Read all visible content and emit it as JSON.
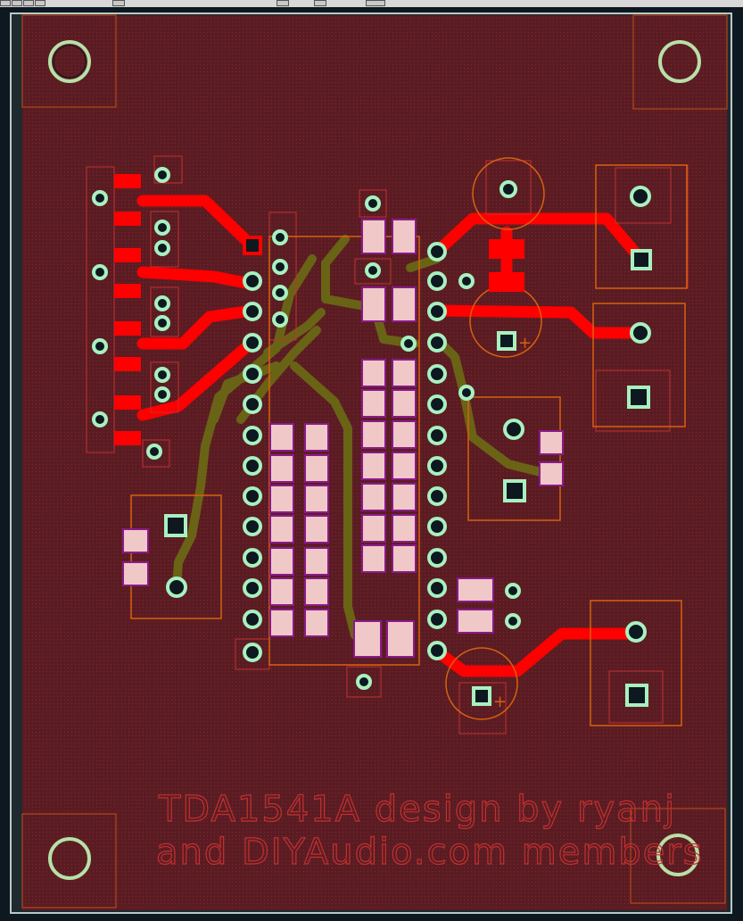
{
  "window": {
    "toolbar_buttons": [
      "button-1",
      "button-2",
      "button-3",
      "button-4",
      "button-5",
      "button-6",
      "button-7",
      "button-8"
    ]
  },
  "board": {
    "silkscreen_line1": "TDA1541A design by ryanj",
    "silkscreen_line2": "and DIYAudio.com members",
    "polarity_mark": "+",
    "colors": {
      "background": "#0d1820",
      "copper_pour": "#5a1c22",
      "outline": "#b8c8c8",
      "top_trace": "#ff0000",
      "bottom_trace": "#6b6b14",
      "pad_smd": "#f0c8c8",
      "pad_ring": "#a8f0c0",
      "silk": "#c23030",
      "tdocu": "#d86010",
      "tkeepout": "#8a1a8a"
    }
  }
}
